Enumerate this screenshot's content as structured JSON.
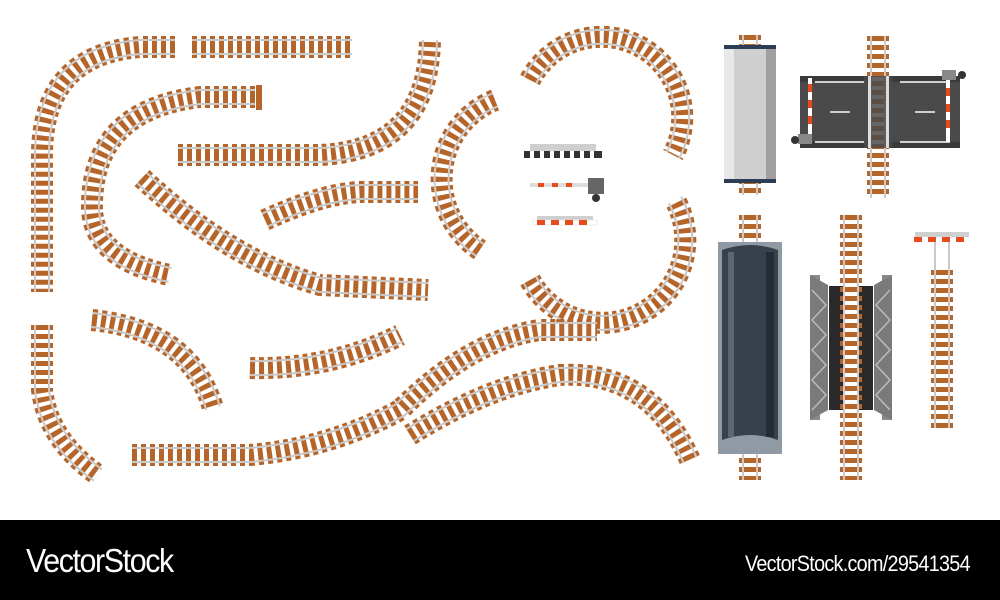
{
  "footer": {
    "brand": "VectorStock",
    "reference": "VectorStock.com/29541354",
    "background": "#000000",
    "text_color": "#ffffff"
  },
  "artwork": {
    "subject": "railway track set, top view",
    "colors": {
      "tie": "#b5652a",
      "tie_dark": "#8a4a1c",
      "rail": "#d8d8d8",
      "rail_edge": "#9c9c9c",
      "barrier_red": "#e8491d",
      "road": "#4a4a4a",
      "tunnel": "#37414c",
      "bridge_truss": "#8a8a8a"
    },
    "pieces": [
      {
        "name": "curved-track-large-left"
      },
      {
        "name": "straight-track-top"
      },
      {
        "name": "s-curve-track-up-right"
      },
      {
        "name": "curved-track-with-buffer"
      },
      {
        "name": "s-curve-track-down"
      },
      {
        "name": "s-curve-track-short"
      },
      {
        "name": "circular-track-segments"
      },
      {
        "name": "platform-icon"
      },
      {
        "name": "crossing-barrier-gate"
      },
      {
        "name": "barrier-bar"
      },
      {
        "name": "covered-bridge"
      },
      {
        "name": "level-crossing-road"
      },
      {
        "name": "tunnel"
      },
      {
        "name": "truss-bridge"
      },
      {
        "name": "track-end-barrier"
      },
      {
        "name": "curved-track-short-left"
      },
      {
        "name": "curved-track-arc"
      },
      {
        "name": "curved-track-gentle"
      },
      {
        "name": "long-s-curve-track"
      },
      {
        "name": "wave-track"
      }
    ]
  }
}
